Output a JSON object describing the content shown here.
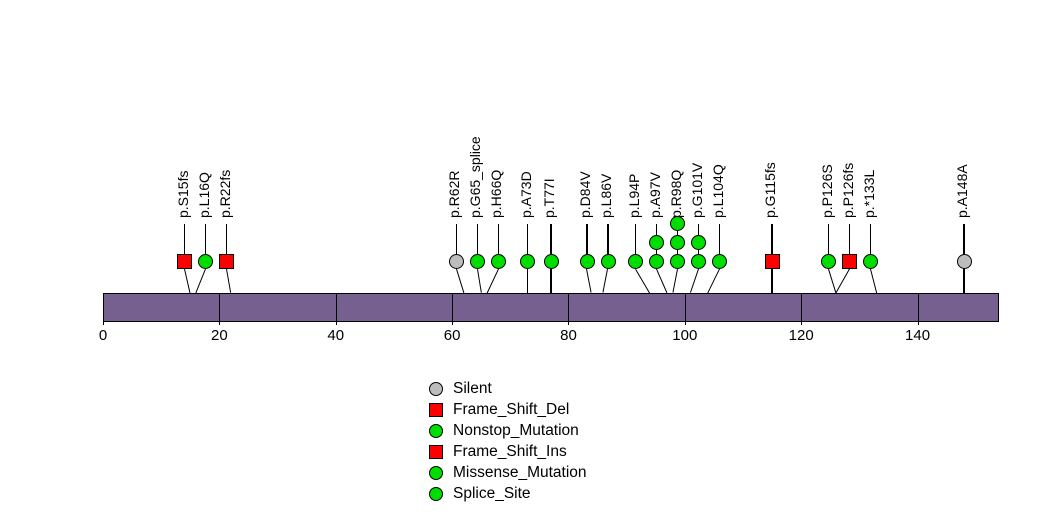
{
  "chart_data": {
    "type": "lollipop",
    "title": "",
    "xlabel": "",
    "ylabel": "",
    "xlim": [
      0,
      154
    ],
    "grid": false,
    "protein": {
      "name": "",
      "length": 154,
      "bar_color": "#75608f",
      "bar_border": "#000000"
    },
    "axis": {
      "ticks": [
        0,
        20,
        40,
        60,
        80,
        100,
        120,
        140
      ],
      "tick_labels": [
        "0",
        "20",
        "40",
        "60",
        "80",
        "100",
        "120",
        "140"
      ]
    },
    "mutations": [
      {
        "label": "p.S15fs",
        "position": 15,
        "count": 1,
        "shape": "square",
        "color": "#ff0000",
        "class": "Frame_Shift_Del"
      },
      {
        "label": "p.L16Q",
        "position": 16,
        "count": 1,
        "shape": "circle",
        "color": "#00dd00",
        "class": "Missense_Mutation"
      },
      {
        "label": "p.R22fs",
        "position": 22,
        "count": 1,
        "shape": "square",
        "color": "#ff0000",
        "class": "Frame_Shift_Del"
      },
      {
        "label": "p.R62R",
        "position": 62,
        "count": 1,
        "shape": "circle",
        "color": "#bdbdbd",
        "class": "Silent"
      },
      {
        "label": "p.G65_splice",
        "position": 65,
        "count": 1,
        "shape": "circle",
        "color": "#00dd00",
        "class": "Splice_Site"
      },
      {
        "label": "p.H66Q",
        "position": 66,
        "count": 1,
        "shape": "circle",
        "color": "#00dd00",
        "class": "Missense_Mutation"
      },
      {
        "label": "p.A73D",
        "position": 73,
        "count": 1,
        "shape": "circle",
        "color": "#00dd00",
        "class": "Missense_Mutation"
      },
      {
        "label": "p.T77I",
        "position": 77,
        "count": 1,
        "shape": "circle",
        "color": "#00dd00",
        "class": "Missense_Mutation"
      },
      {
        "label": "p.D84V",
        "position": 84,
        "count": 1,
        "shape": "circle",
        "color": "#00dd00",
        "class": "Missense_Mutation"
      },
      {
        "label": "p.L86V",
        "position": 86,
        "count": 1,
        "shape": "circle",
        "color": "#00dd00",
        "class": "Missense_Mutation"
      },
      {
        "label": "p.L94P",
        "position": 94,
        "count": 1,
        "shape": "circle",
        "color": "#00dd00",
        "class": "Missense_Mutation"
      },
      {
        "label": "p.A97V",
        "position": 97,
        "count": 2,
        "shape": "circle",
        "color": "#00dd00",
        "class": "Missense_Mutation"
      },
      {
        "label": "p.R98Q",
        "position": 98,
        "count": 3,
        "shape": "circle",
        "color": "#00dd00",
        "class": "Missense_Mutation"
      },
      {
        "label": "p.G101V",
        "position": 101,
        "count": 2,
        "shape": "circle",
        "color": "#00dd00",
        "class": "Missense_Mutation"
      },
      {
        "label": "p.L104Q",
        "position": 104,
        "count": 1,
        "shape": "circle",
        "color": "#00dd00",
        "class": "Missense_Mutation"
      },
      {
        "label": "p.G115fs",
        "position": 115,
        "count": 1,
        "shape": "square",
        "color": "#ff0000",
        "class": "Frame_Shift_Del"
      },
      {
        "label": "p.P126S",
        "position": 126,
        "count": 1,
        "shape": "circle",
        "color": "#00dd00",
        "class": "Missense_Mutation"
      },
      {
        "label": "p.P126fs",
        "position": 126,
        "count": 1,
        "shape": "square",
        "color": "#ff0000",
        "class": "Frame_Shift_Ins"
      },
      {
        "label": "p.*133L",
        "position": 133,
        "count": 1,
        "shape": "circle",
        "color": "#00dd00",
        "class": "Nonstop_Mutation"
      },
      {
        "label": "p.A148A",
        "position": 148,
        "count": 1,
        "shape": "circle",
        "color": "#bdbdbd",
        "class": "Silent"
      }
    ],
    "legend": {
      "position": "bottom-center",
      "entries": [
        {
          "label": "Silent",
          "shape": "circle",
          "color": "#bdbdbd"
        },
        {
          "label": "Frame_Shift_Del",
          "shape": "square",
          "color": "#ff0000"
        },
        {
          "label": "Nonstop_Mutation",
          "shape": "circle",
          "color": "#00dd00"
        },
        {
          "label": "Frame_Shift_Ins",
          "shape": "square",
          "color": "#ff0000"
        },
        {
          "label": "Missense_Mutation",
          "shape": "circle",
          "color": "#00dd00"
        },
        {
          "label": "Splice_Site",
          "shape": "circle",
          "color": "#00dd00"
        }
      ]
    }
  }
}
